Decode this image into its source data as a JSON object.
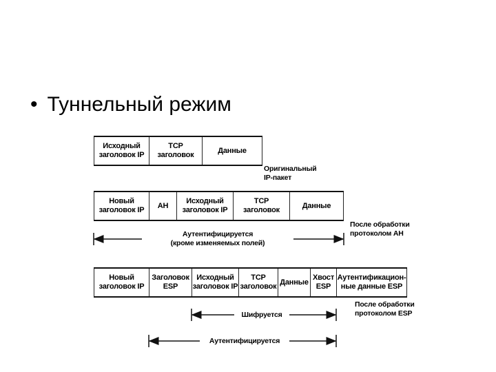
{
  "title": "Туннельный режим",
  "original_packet": {
    "cells": [
      "Исходный\nзаголовок IP",
      "TCP\nзаголовок",
      "Данные"
    ],
    "label": "Оригинальный\nIP-пакет"
  },
  "ah_packet": {
    "cells": [
      "Новый\nзаголовок IP",
      "AH",
      "Исходный\nзаголовок IP",
      "TCP\nзаголовок",
      "Данные"
    ],
    "side_label": "После обработки\nпротоколом AH",
    "auth_label": "Аутентифицируется\n(кроме изменяемых полей)"
  },
  "esp_packet": {
    "cells": [
      "Новый\nзаголовок IP",
      "Заголовок\nESP",
      "Исходный\nзаголовок IP",
      "TCP\nзаголовок",
      "Данные",
      "Хвост\nESP",
      "Аутентификацион-\nные данные ESP"
    ],
    "side_label": "После обработки\nпротоколом ESP",
    "encrypt_label": "Шифруется",
    "auth_label": "Аутентифицируется"
  }
}
